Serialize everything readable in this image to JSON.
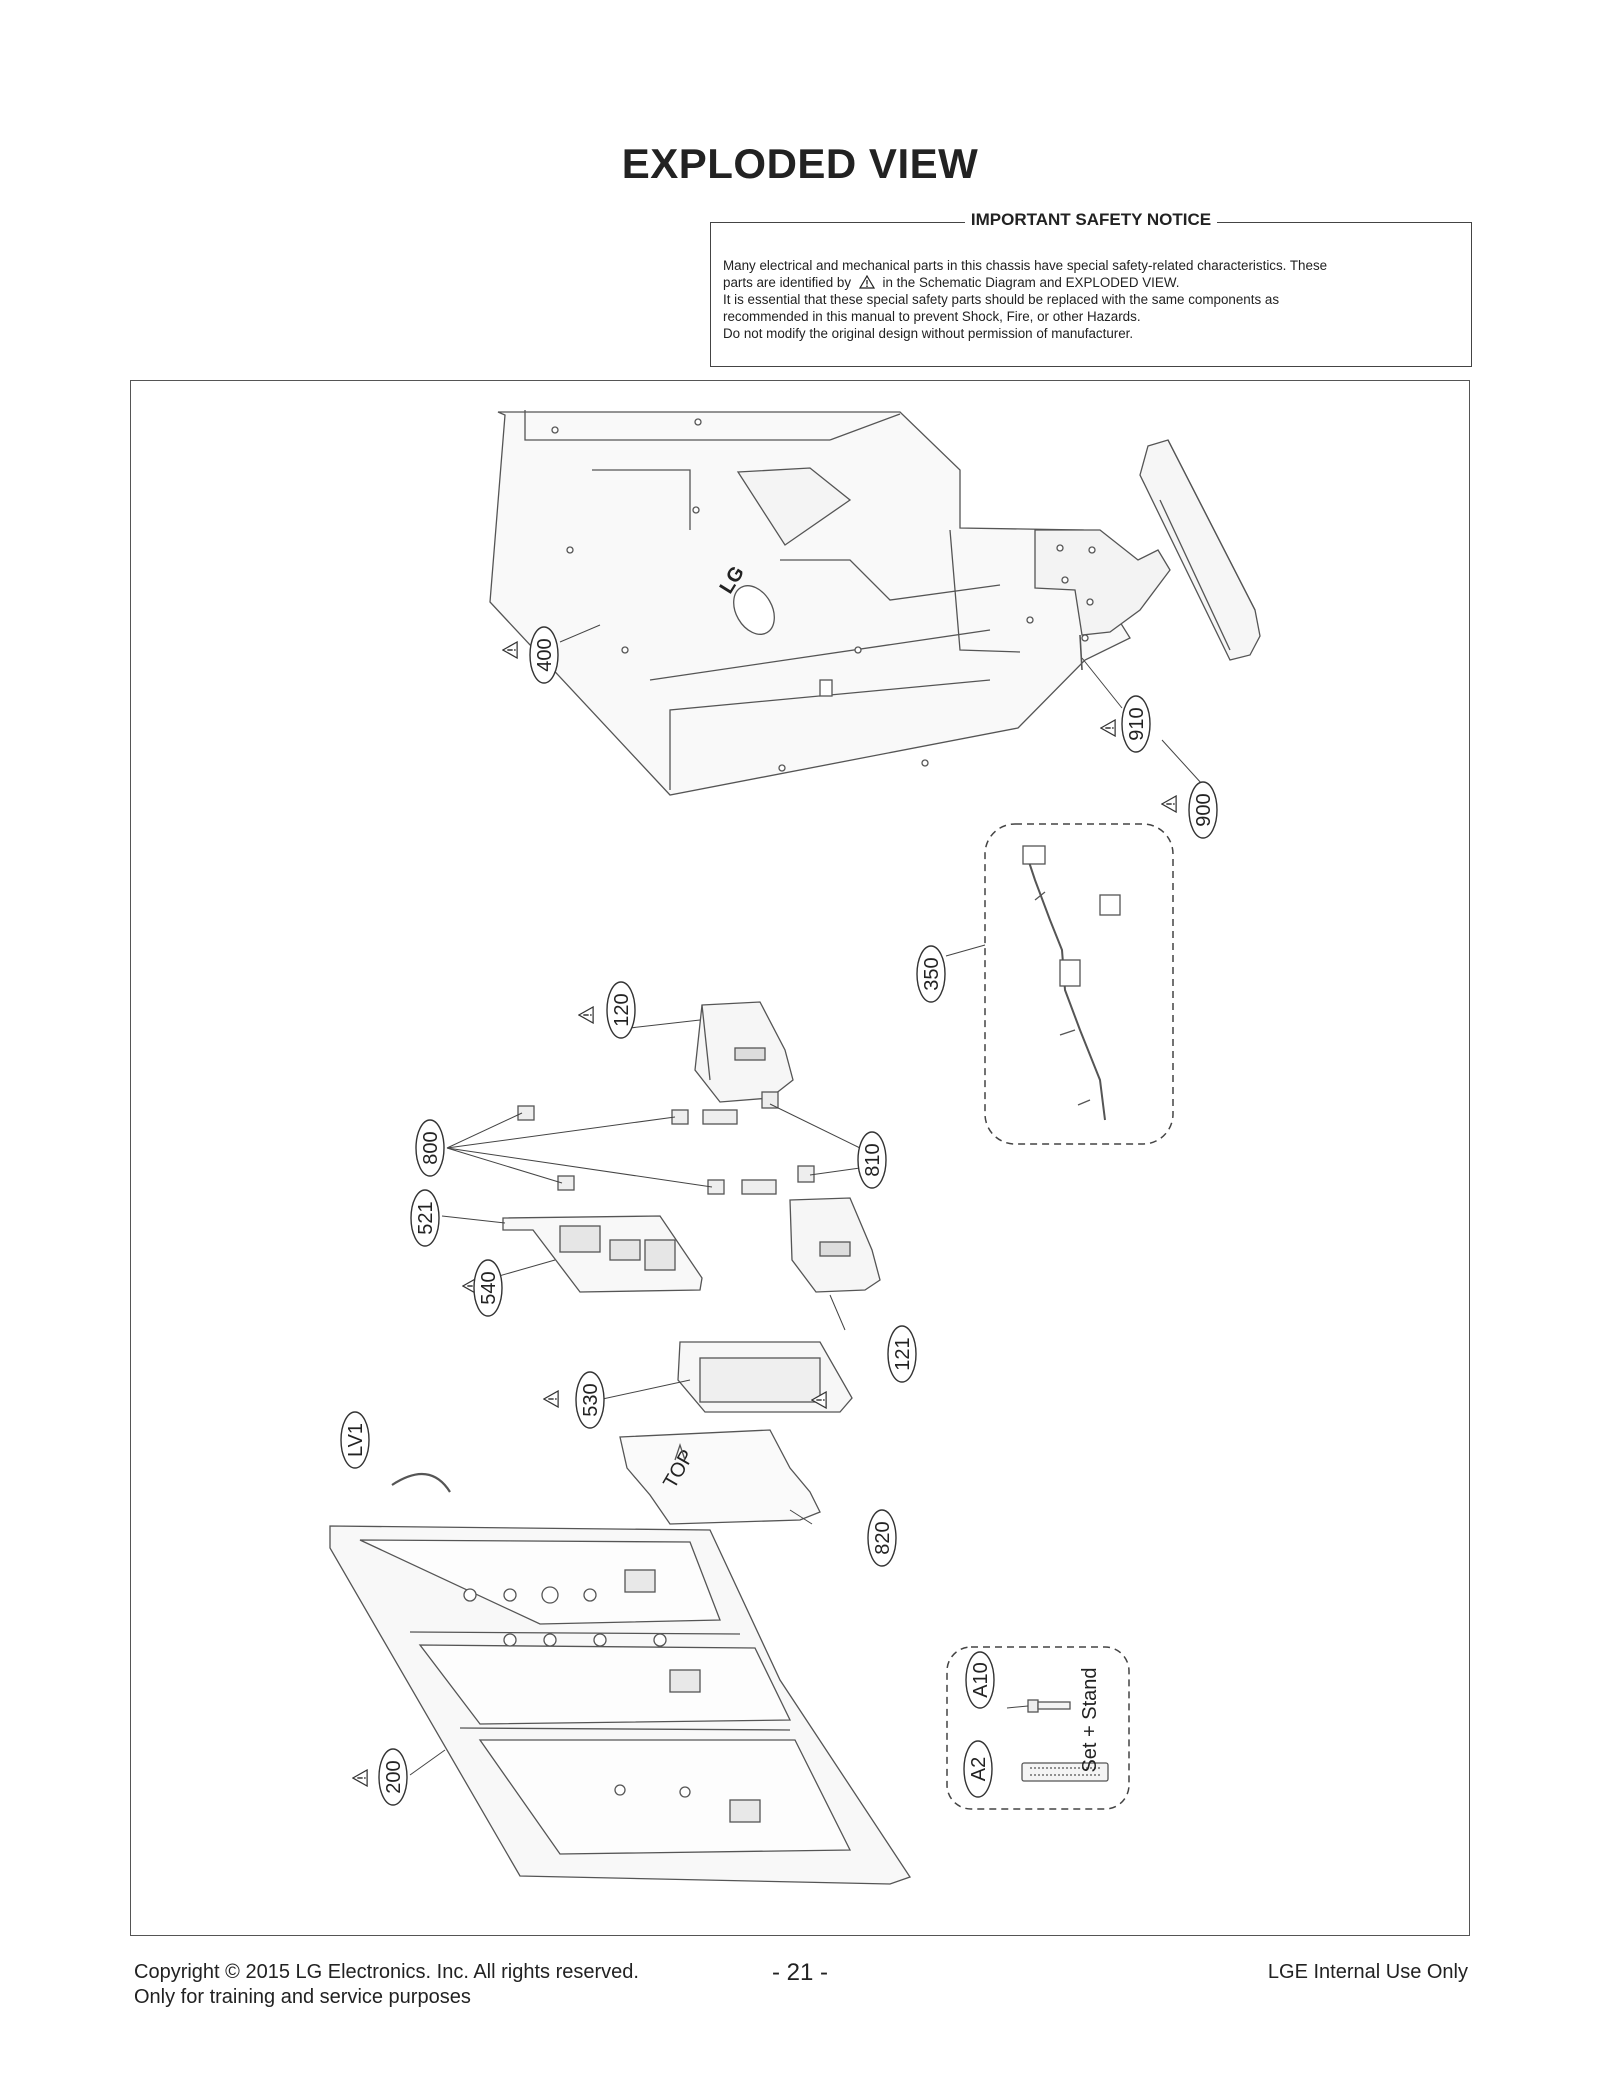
{
  "page_title": "EXPLODED VIEW",
  "safety_notice": {
    "heading": "IMPORTANT SAFETY NOTICE",
    "line1": "Many electrical and mechanical parts in this chassis have special safety-related characteristics. These",
    "line2a": "parts are identified by",
    "line2b": "in the Schematic Diagram and EXPLODED VIEW.",
    "line3": "It is essential that these special safety parts should be replaced with the same components as",
    "line4": "recommended in this manual to prevent Shock, Fire, or other Hazards.",
    "line5": "Do not modify the original design without permission of manufacturer."
  },
  "parts": {
    "p400": "400",
    "p910": "910",
    "p900": "900",
    "p350": "350",
    "p120": "120",
    "p800": "800",
    "p810": "810",
    "p521": "521",
    "p540": "540",
    "p121": "121",
    "p530": "530",
    "LV1": "LV1",
    "p820": "820",
    "p200": "200",
    "A10": "A10",
    "A2": "A2"
  },
  "diagram_text": {
    "lg_logo": "LG",
    "top_mark": "TOP",
    "accessory_note": "Set + Stand"
  },
  "footer": {
    "copyright": "Copyright  © 2015 LG Electronics. Inc. All rights reserved.",
    "purpose": "Only for training and service purposes",
    "page_number": "- 21 -",
    "internal": "LGE Internal Use Only"
  }
}
